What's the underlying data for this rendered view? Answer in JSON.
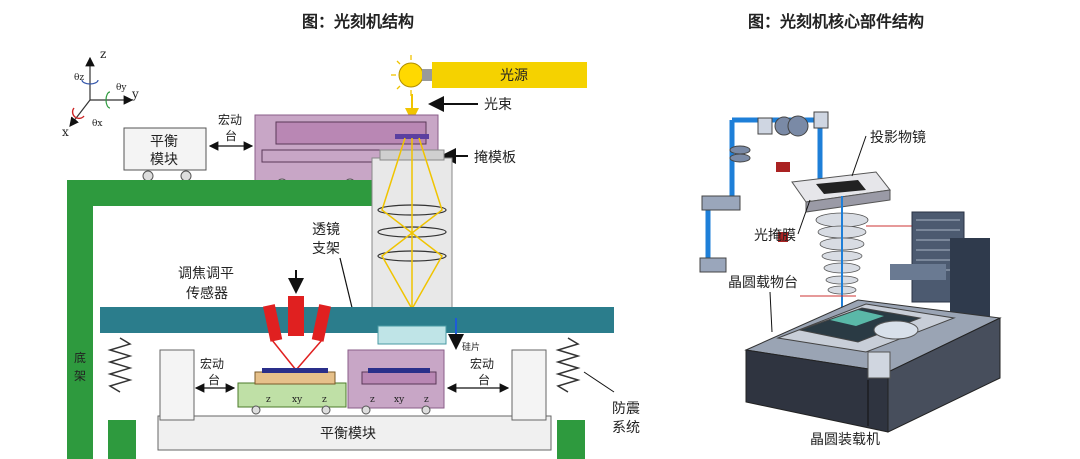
{
  "left": {
    "title": "图：光刻机结构",
    "labels": {
      "light_source": "光源",
      "light_beam": "光束",
      "reticle_stage_1": "宏动",
      "reticle_stage_2": "台",
      "balance_top_1": "平衡",
      "balance_top_2": "模块",
      "mask": "掩模板",
      "lens_mount_1": "透镜",
      "lens_mount_2": "支架",
      "sensor_1": "调焦调平",
      "sensor_2": "传感器",
      "wafer": "硅片",
      "base_1": "底",
      "base_2": "架",
      "stage_left_1": "宏动",
      "stage_left_2": "台",
      "stage_right_1": "宏动",
      "stage_right_2": "台",
      "balance_bottom": "平衡模块",
      "vibration_1": "防震",
      "vibration_2": "系统",
      "z1": "z",
      "xy1": "xy",
      "z2": "z",
      "z3": "z",
      "xy2": "xy",
      "z4": "z"
    },
    "axes": {
      "z": "z",
      "y": "y",
      "x": "x",
      "theta_z": "θz",
      "theta_y": "θy",
      "theta_x": "θx"
    }
  },
  "right": {
    "title": "图：光刻机核心部件结构",
    "labels": {
      "projection_lens": "投影物镜",
      "photomask": "光掩膜",
      "wafer_stage": "晶圆载物台",
      "wafer_loader": "晶圆装载机"
    }
  },
  "colors": {
    "green": "#2e9a3e",
    "teal": "#2b7d8c",
    "yellow": "#f5d200",
    "purple": "#b987b4",
    "laser_blue": "#1e7fd8"
  }
}
